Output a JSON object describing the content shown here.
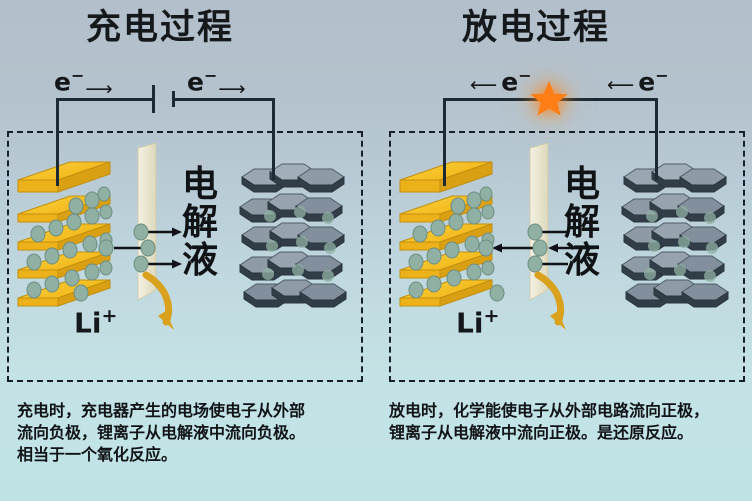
{
  "figure": {
    "kind": "lithium-ion-battery-charge-discharge-diagram",
    "background_top_color": "#b3c0cb",
    "background_bottom_color": "#c1e3e5"
  },
  "panels": [
    {
      "id": "charge",
      "title": "充电过程",
      "electron_labels": [
        {
          "text": "e",
          "sup": "−",
          "arrow": "⟶",
          "direction": "right",
          "position": "left"
        },
        {
          "text": "e",
          "sup": "−",
          "arrow": "⟶",
          "direction": "right",
          "position": "right"
        }
      ],
      "circuit": {
        "element": "battery-symbol",
        "has_spark": false
      },
      "electrodes": {
        "left": {
          "name": "positive-electrode-layered",
          "color": "#f6c220"
        },
        "right": {
          "name": "negative-electrode-graphite",
          "color": "#7b8896"
        }
      },
      "separator_label": "电解液",
      "ion_label": {
        "text": "Li",
        "sup": "+"
      },
      "ion_flow_direction": "right",
      "caption": "充电时，充电器产生的电场使电子从外部\n流向负极，锂离子从电解液中流向负极。\n相当于一个氧化反应。"
    },
    {
      "id": "discharge",
      "title": "放电过程",
      "electron_labels": [
        {
          "text": "e",
          "sup": "−",
          "arrow": "⟵",
          "direction": "left",
          "position": "left"
        },
        {
          "text": "e",
          "sup": "−",
          "arrow": "⟵",
          "direction": "left",
          "position": "right"
        }
      ],
      "circuit": {
        "element": "spark-star",
        "has_spark": true,
        "spark_color": "#ff7a18"
      },
      "electrodes": {
        "left": {
          "name": "positive-electrode-layered",
          "color": "#f6c220"
        },
        "right": {
          "name": "negative-electrode-graphite",
          "color": "#7b8896"
        }
      },
      "separator_label": "电解液",
      "ion_label": {
        "text": "Li",
        "sup": "+"
      },
      "ion_flow_direction": "left",
      "caption": "放电时，化学能使电子从外部电路流向正极，\n锂离子从电解液中流向正极。是还原反应。"
    }
  ],
  "colors": {
    "wire": "#1c2a36",
    "dashed_border": "#16202a",
    "anode_gold": "#f6c220",
    "anode_gold_dark": "#d99e12",
    "cathode_gray": "#8b98a6",
    "cathode_gray_dark": "#2e3a45",
    "ion_green": "#86a89c",
    "separator_cream": "#ece8d4",
    "arrow_gold": "#d9a11c",
    "spark_orange": "#ff7a18",
    "text_dark": "#111417"
  }
}
